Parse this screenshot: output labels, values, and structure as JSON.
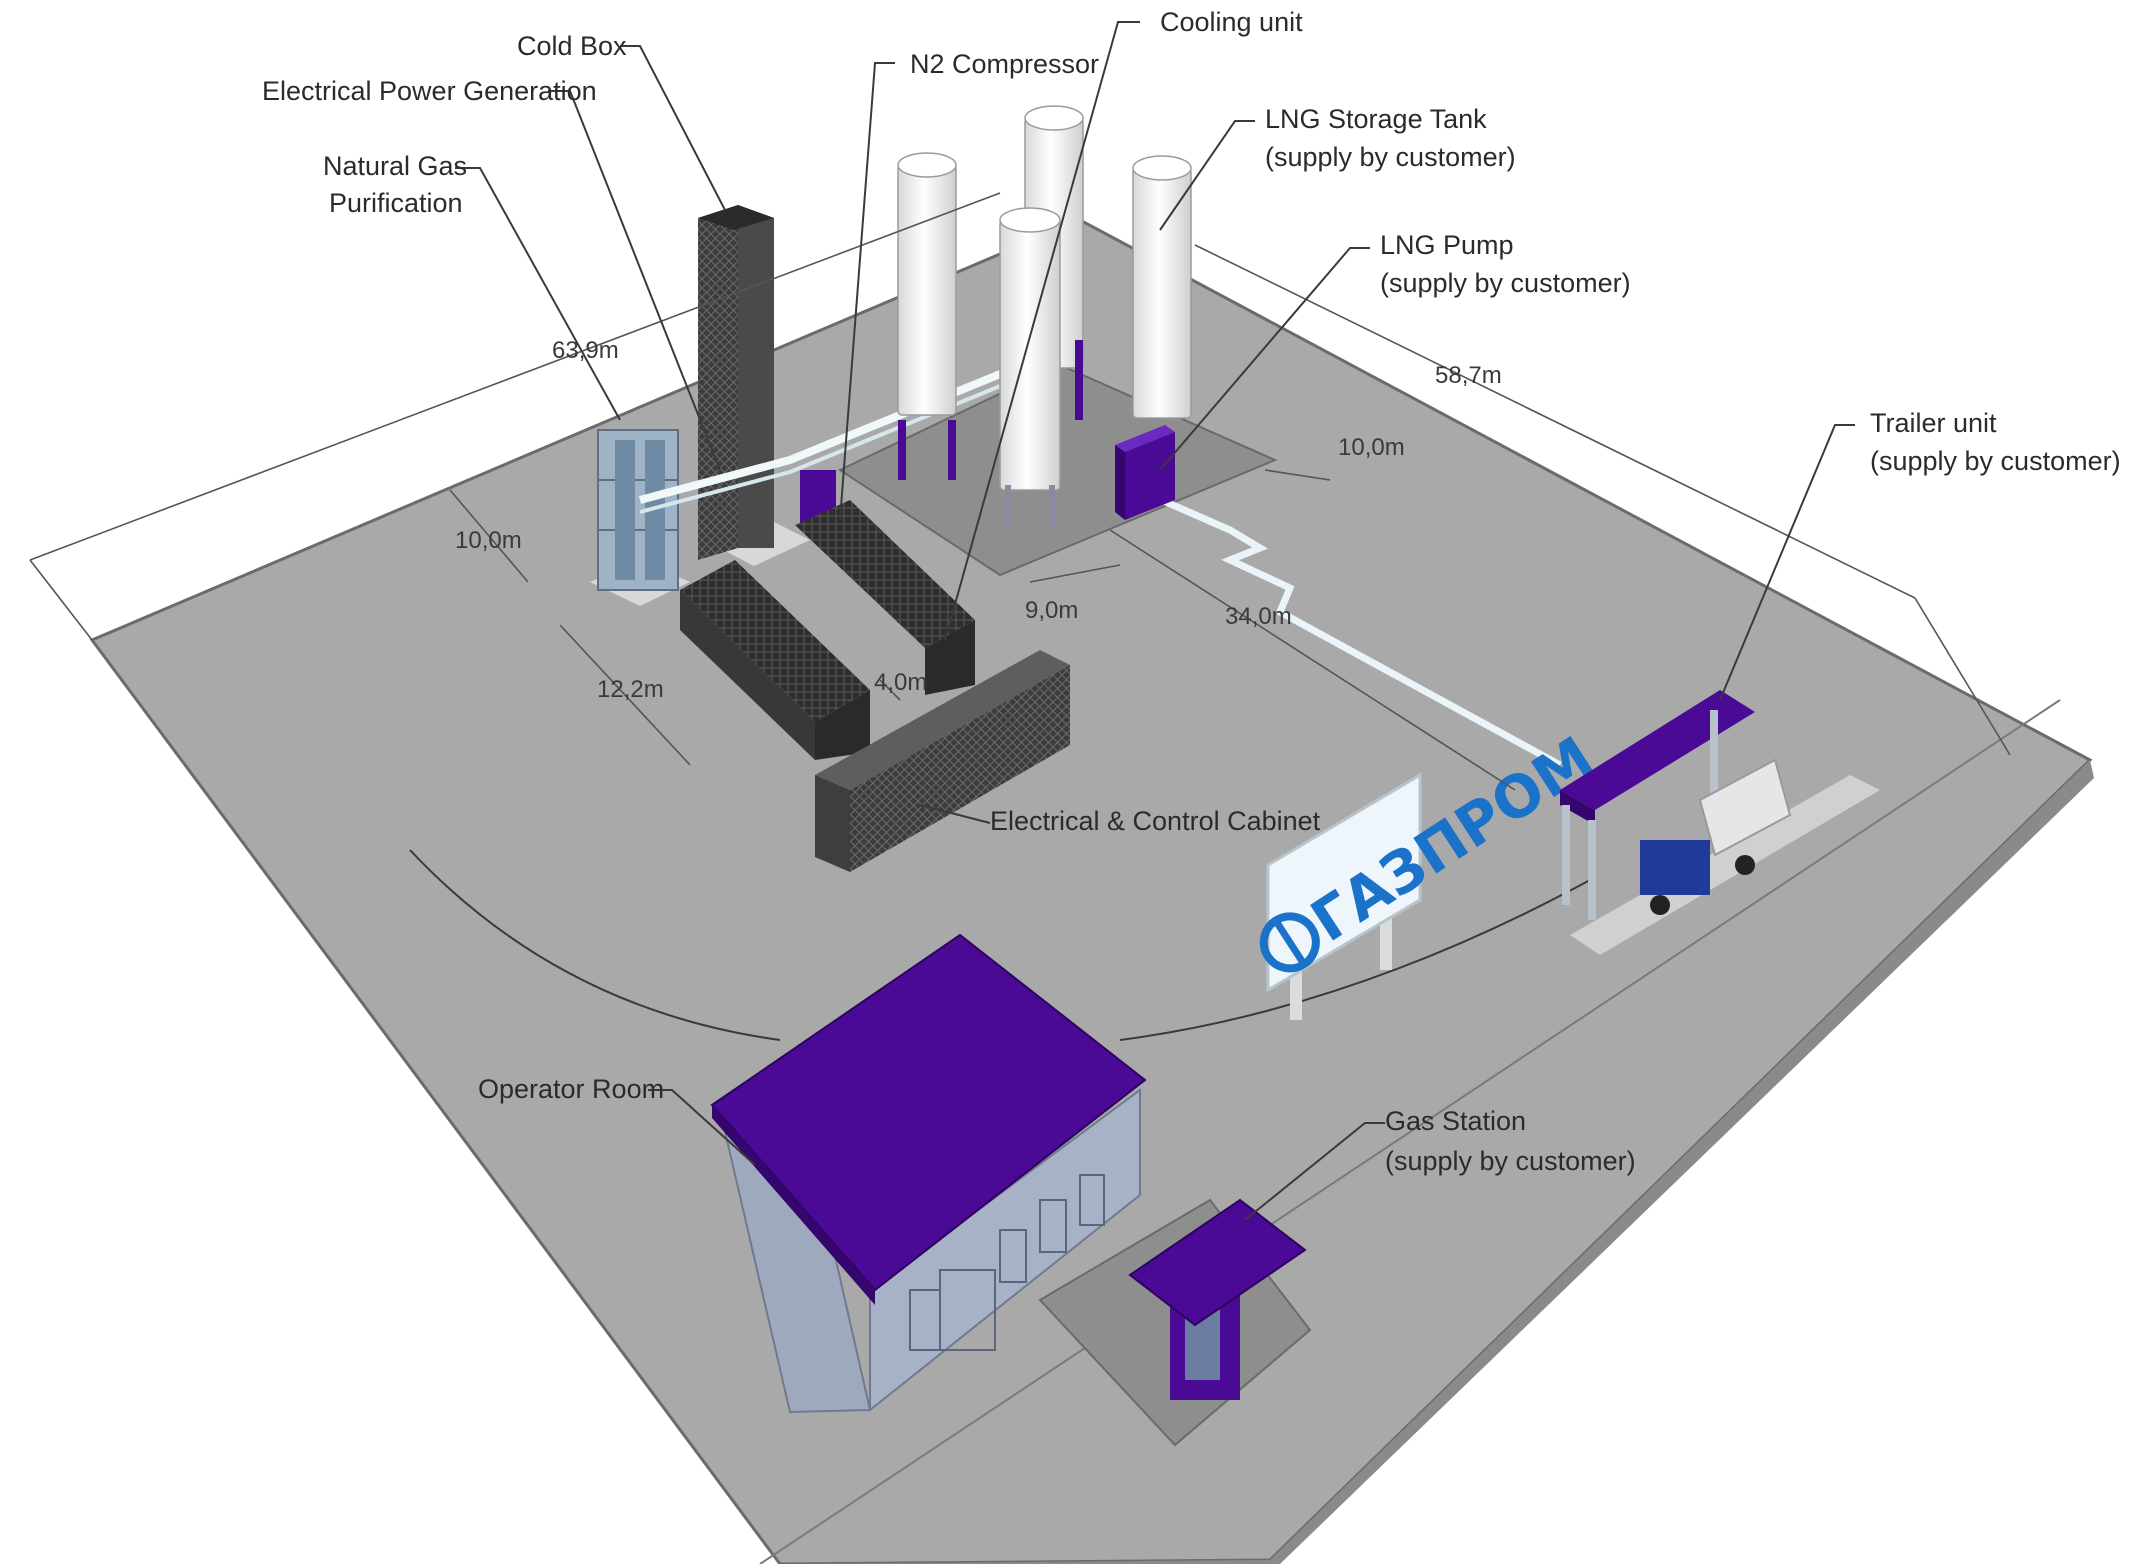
{
  "colors": {
    "ground": "#a7a7a7",
    "ground_edge": "#6d6d6d",
    "accent_purple": "#4b0a96",
    "building_wall": "#8f9cb2",
    "tank_white": "#f4f4f4",
    "cabinet_dark": "#3b3b3b",
    "pipe": "#e9f5f8"
  },
  "labels": {
    "cold_box": "Cold Box",
    "electrical_power": "Electrical Power Generation",
    "natural_gas_1": "Natural Gas",
    "natural_gas_2": "Purification",
    "n2_compressor": "N2 Compressor",
    "cooling_unit": "Cooling unit",
    "lng_storage_1": "LNG Storage Tank",
    "lng_storage_2": "(supply by customer)",
    "lng_pump_1": "LNG Pump",
    "lng_pump_2": "(supply by customer)",
    "trailer_1": "Trailer unit",
    "trailer_2": "(supply by customer)",
    "cabinet": "Electrical & Control Cabinet",
    "operator_room": "Operator Room",
    "gas_station_1": "Gas Station",
    "gas_station_2": "(supply by customer)"
  },
  "dimensions": {
    "d_63_9": "63,9m",
    "d_58_7": "58,7m",
    "d_10_left": "10,0m",
    "d_10_right": "10,0m",
    "d_12_2": "12,2m",
    "d_9_0": "9,0m",
    "d_4_0": "4,0m",
    "d_34_0": "34,0m"
  },
  "billboard": {
    "logo_text": "ГАЗПРОМ"
  },
  "icons": {
    "billboard_logo": "flame-logo-icon",
    "truck": "tanker-truck-icon"
  }
}
